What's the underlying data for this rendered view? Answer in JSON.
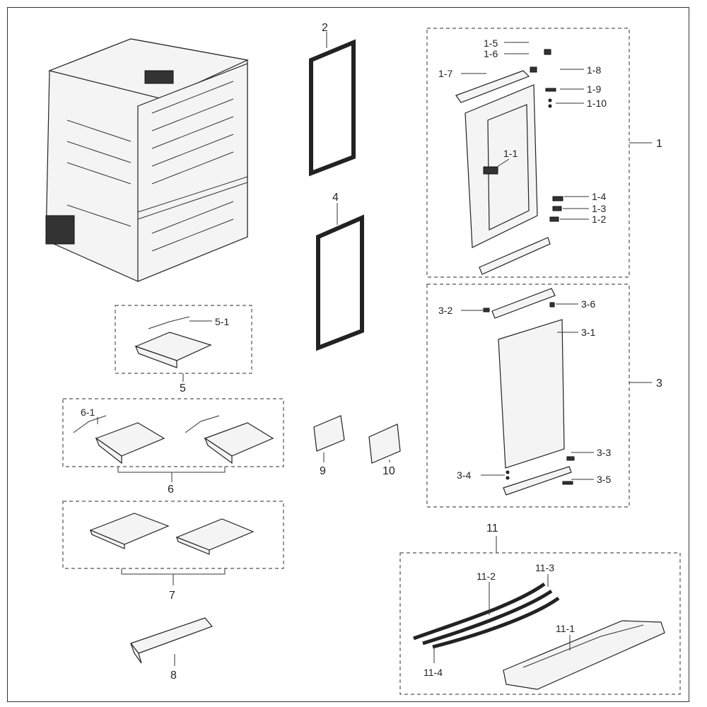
{
  "labels": {
    "p1": "1",
    "p1_1": "1-1",
    "p1_2": "1-2",
    "p1_3": "1-3",
    "p1_4": "1-4",
    "p1_5": "1-5",
    "p1_6": "1-6",
    "p1_7": "1-7",
    "p1_8": "1-8",
    "p1_9": "1-9",
    "p1_10": "1-10",
    "p2": "2",
    "p3": "3",
    "p3_1": "3-1",
    "p3_2": "3-2",
    "p3_3": "3-3",
    "p3_4": "3-4",
    "p3_5": "3-5",
    "p3_6": "3-6",
    "p4": "4",
    "p5": "5",
    "p5_1": "5-1",
    "p6": "6",
    "p6_1": "6-1",
    "p7": "7",
    "p8": "8",
    "p9": "9",
    "p10": "10",
    "p11": "11",
    "p11_1": "11-1",
    "p11_2": "11-2",
    "p11_3": "11-3",
    "p11_4": "11-4"
  }
}
